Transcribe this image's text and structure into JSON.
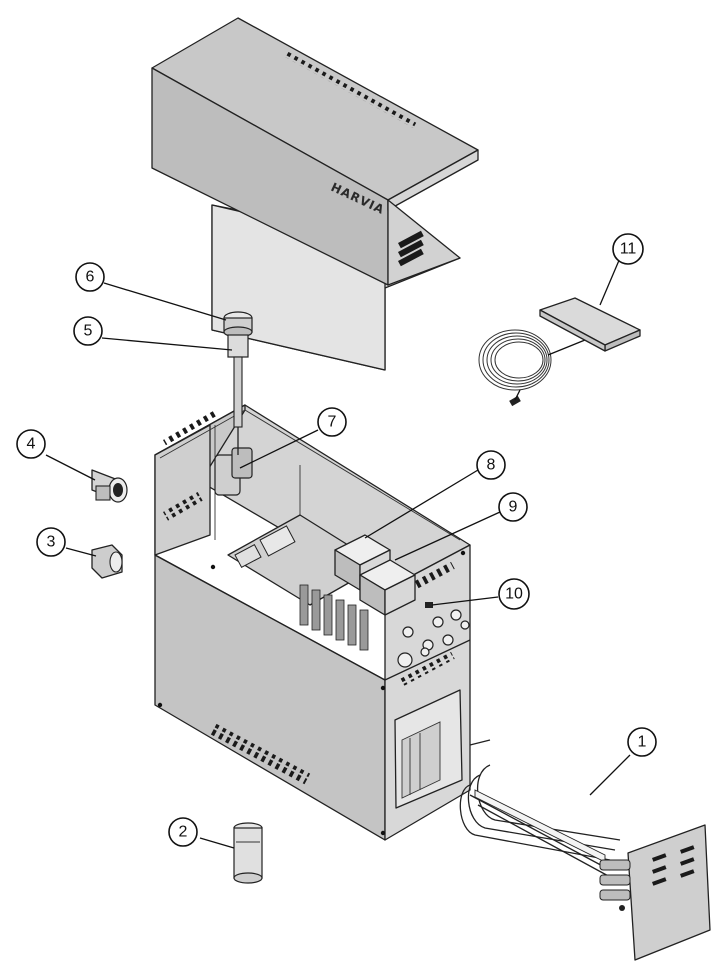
{
  "diagram": {
    "brand_logo": "HARVIA",
    "callouts": [
      {
        "id": "1",
        "label": "1"
      },
      {
        "id": "2",
        "label": "2"
      },
      {
        "id": "3",
        "label": "3"
      },
      {
        "id": "4",
        "label": "4"
      },
      {
        "id": "5",
        "label": "5"
      },
      {
        "id": "6",
        "label": "6"
      },
      {
        "id": "7",
        "label": "7"
      },
      {
        "id": "8",
        "label": "8"
      },
      {
        "id": "9",
        "label": "9"
      },
      {
        "id": "10",
        "label": "10"
      },
      {
        "id": "11",
        "label": "11"
      }
    ]
  }
}
